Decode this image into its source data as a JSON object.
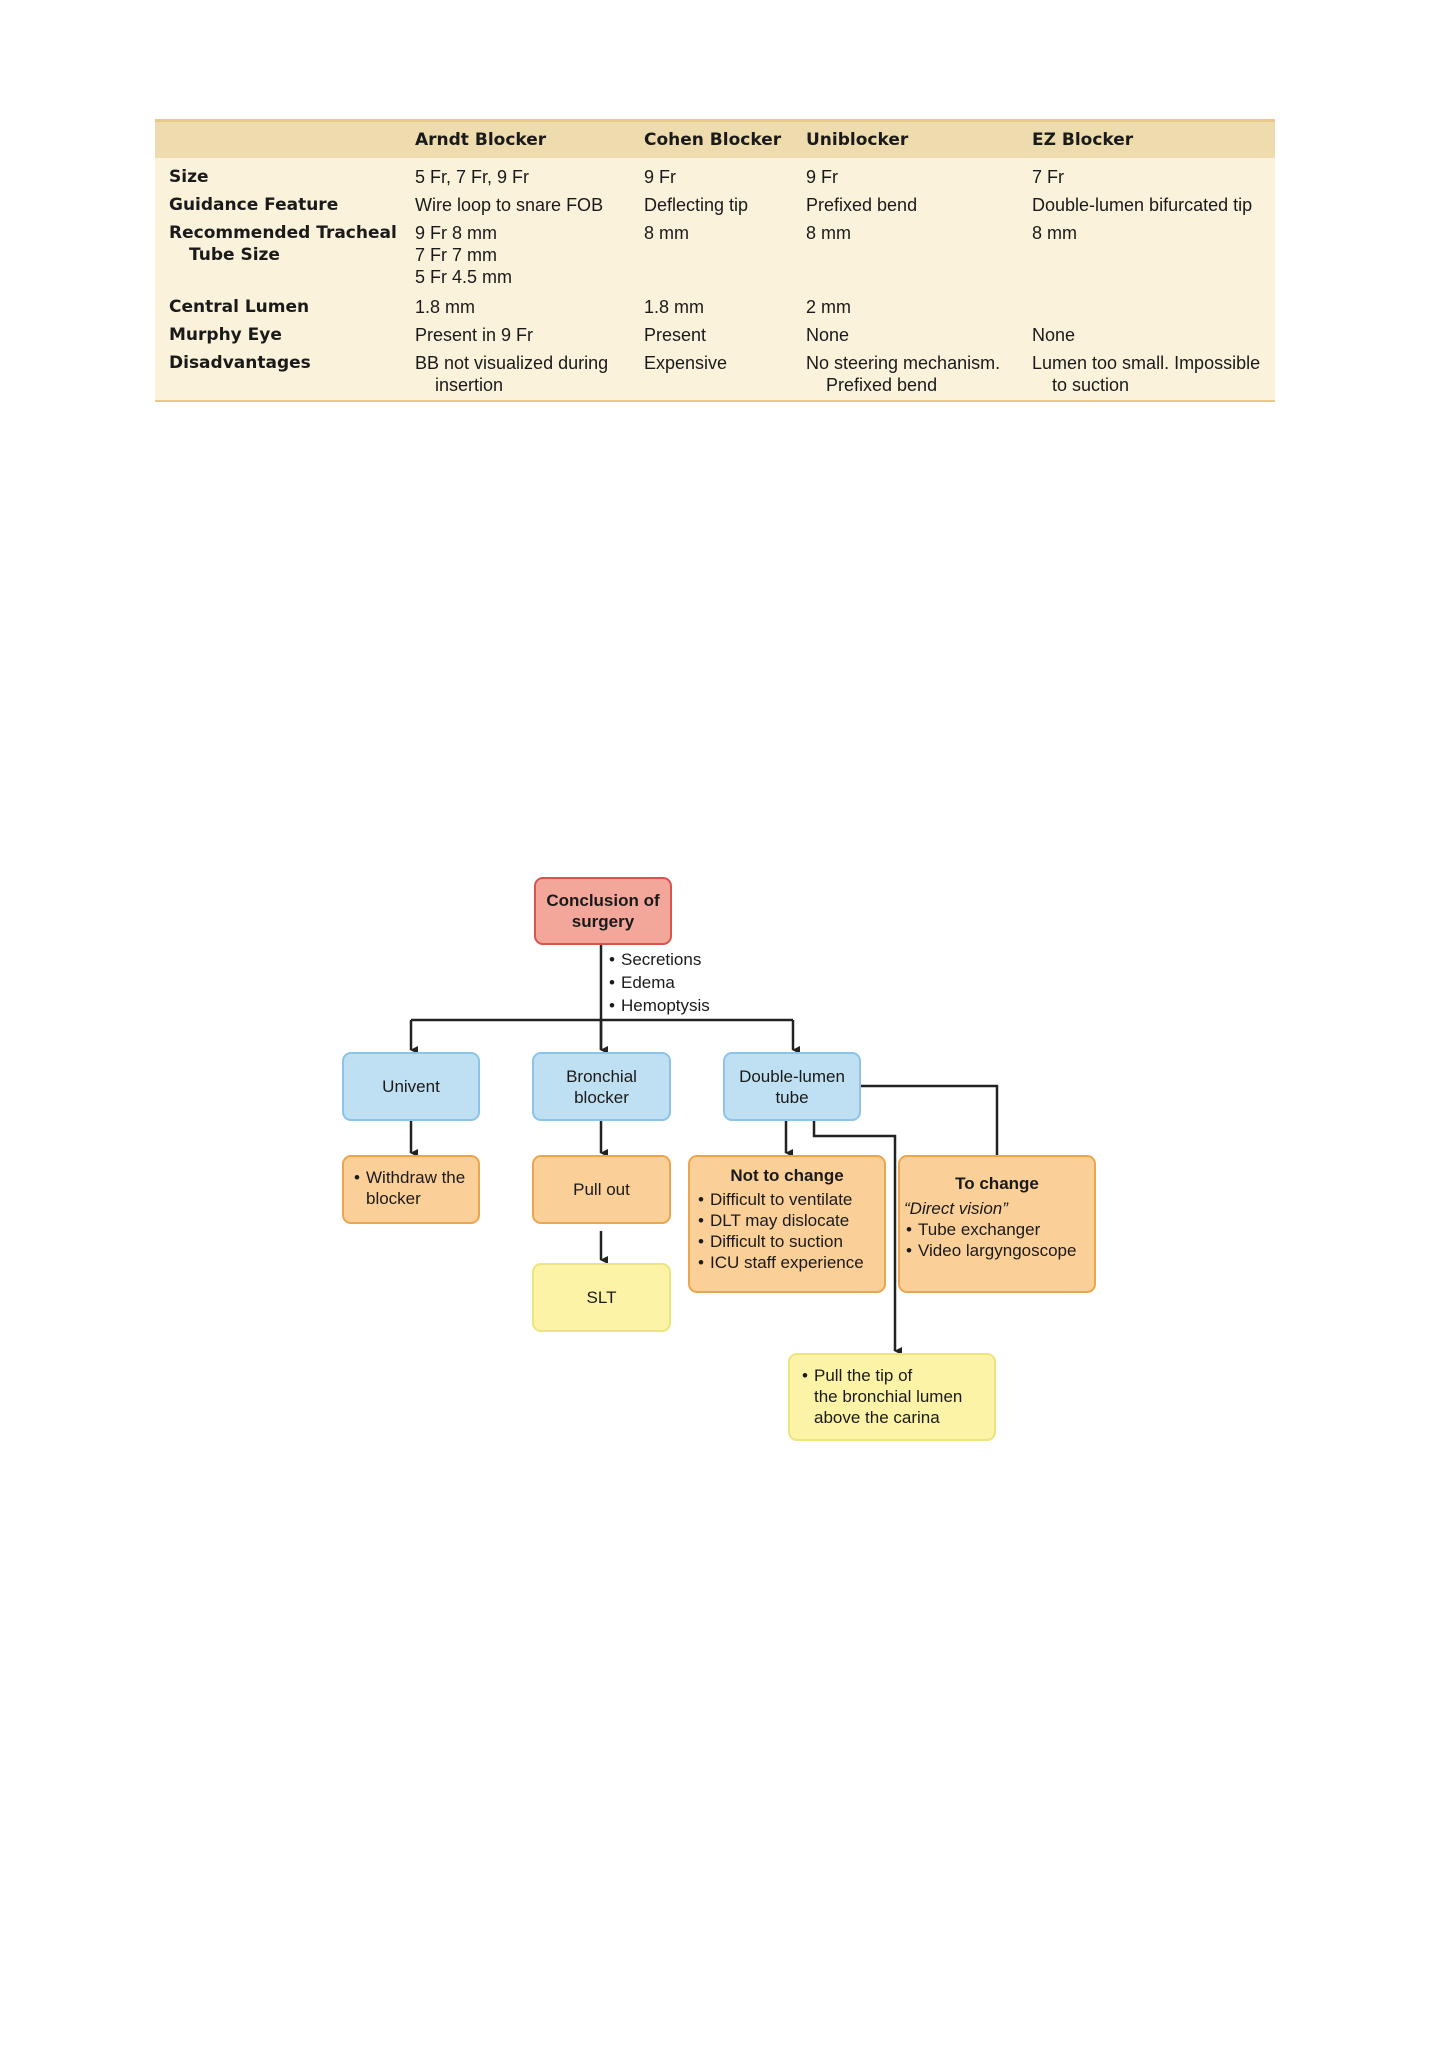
{
  "table": {
    "columns": [
      "",
      "Arndt Blocker",
      "Cohen Blocker",
      "Uniblocker",
      "EZ Blocker"
    ],
    "rows": [
      {
        "label": "Size",
        "cells": [
          "5 Fr, 7 Fr, 9 Fr",
          "9 Fr",
          "9 Fr",
          "7 Fr"
        ]
      },
      {
        "label": "Guidance Feature",
        "cells": [
          "Wire loop to snare FOB",
          "Deflecting tip",
          "Prefixed bend",
          "Double-lumen bifurcated tip"
        ]
      },
      {
        "label_line1": "Recommended Tracheal",
        "label_line2": "Tube Size",
        "arndt": [
          "9 Fr 8 mm",
          "7 Fr 7 mm",
          "5 Fr 4.5 mm"
        ],
        "cells": [
          "8 mm",
          "8 mm",
          "8 mm"
        ]
      },
      {
        "label": "Central Lumen",
        "cells": [
          "1.8 mm",
          "1.8 mm",
          "2 mm",
          ""
        ]
      },
      {
        "label": "Murphy Eye",
        "cells": [
          "Present in 9 Fr",
          "Present",
          "None",
          "None"
        ]
      },
      {
        "label": "Disadvantages",
        "arndt": [
          "BB not visualized during",
          "insertion"
        ],
        "cohen": "Expensive",
        "uni": [
          "No steering mechanism.",
          "Prefixed bend"
        ],
        "ez": [
          "Lumen too small. Impossible",
          "to suction"
        ]
      }
    ]
  },
  "flowchart": {
    "root": {
      "line1": "Conclusion of",
      "line2": "surgery"
    },
    "reasons": [
      "Secretions",
      "Edema",
      "Hemoptysis"
    ],
    "univent": "Univent",
    "bronchial": {
      "line1": "Bronchial",
      "line2": "blocker"
    },
    "dlt": {
      "line1": "Double-lumen",
      "line2": "tube"
    },
    "withdraw": {
      "line1": "Withdraw the",
      "line2": "blocker"
    },
    "pull_out": "Pull out",
    "slt": "SLT",
    "not_change": {
      "title": "Not to change",
      "items": [
        "Difficult to ventilate",
        "DLT may dislocate",
        "Difficult to suction",
        "ICU staff experience"
      ]
    },
    "to_change": {
      "title": "To change",
      "subtitle": "“Direct vision”",
      "items": [
        "Tube exchanger",
        "Video largyngoscope"
      ]
    },
    "pull_tip": {
      "line1": "Pull the tip of",
      "line2": "the bronchial lumen",
      "line3": "above the carina"
    }
  },
  "colors": {
    "blue": "#bfe0f3",
    "orange": "#fbcf98",
    "yellow": "#fdf3a6",
    "red": "#f3a79b",
    "table_header": "#efdcae",
    "table_body": "#fbf2dc"
  }
}
